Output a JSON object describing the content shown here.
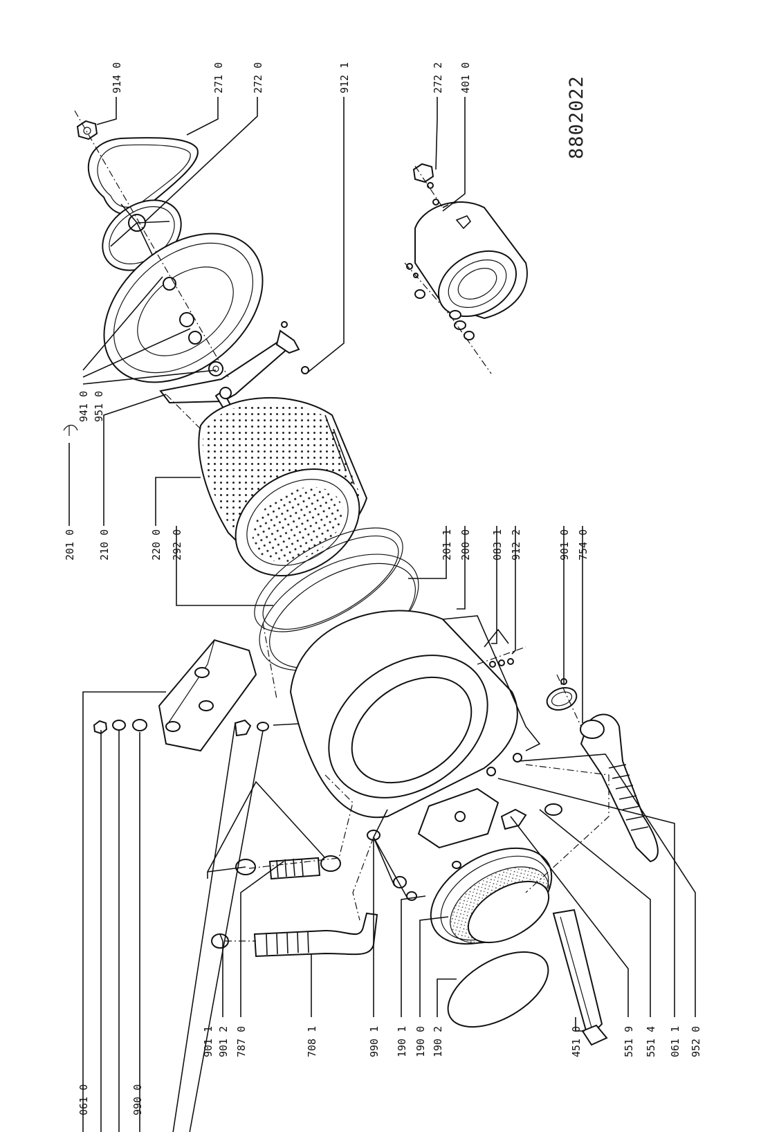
{
  "diagram": {
    "doc_number": "8802022",
    "labels": {
      "p0610a": "061 0",
      "p9900": "990 0",
      "p9011": "901 1",
      "p9012": "901 2",
      "p7870": "787 0",
      "p7081": "708 1",
      "p9901": "990 1",
      "p1901": "190 1",
      "p1900": "190 0",
      "p1902": "190 2",
      "p4510": "451 0",
      "p5519": "551 9",
      "p5514": "551 4",
      "p0611": "061 1",
      "p9520": "952 0",
      "p2010": "201 0",
      "p2100": "210 0",
      "p2200": "220 0",
      "p2920": "292 0",
      "p9410": "941 0",
      "p9510": "951 0",
      "p9140": "914 0",
      "p2710": "271 0",
      "p2720": "272 0",
      "p9121": "912 1",
      "p2722": "272 2",
      "p4010": "401 0",
      "p2011": "201 1",
      "p2000": "200 0",
      "p0831": "083 1",
      "p9122": "912 2",
      "p9010": "901 0",
      "p7540": "754 0"
    }
  }
}
